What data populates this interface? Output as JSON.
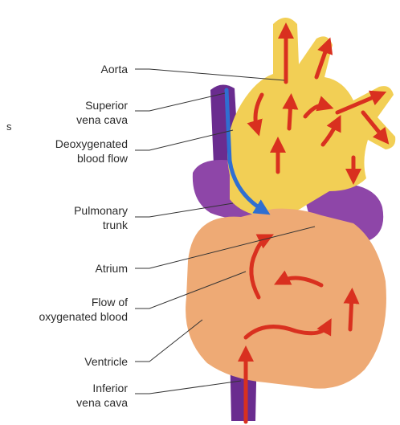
{
  "labels": {
    "aorta": "Aorta",
    "superior_vena_cava": "Superior\nvena cava",
    "deoxygenated_blood_flow": "Deoxygenated\nblood flow",
    "pulmonary_trunk": "Pulmonary\ntrunk",
    "atrium": "Atrium",
    "flow_of_oxygenated_blood": "Flow of\noxygenated blood",
    "ventricle": "Ventricle",
    "inferior_vena_cava": "Inferior\nvena cava"
  },
  "stray_glyph": "s",
  "colors": {
    "vena_cava": "#6a2c8f",
    "atrium": "#8e46a8",
    "aorta_yellow": "#f2cf55",
    "ventricle_orange": "#eeaa75",
    "oxygenated_arrow": "#d9301f",
    "deoxygenated_arrow": "#2f6fd1",
    "leader_line": "#333333"
  }
}
